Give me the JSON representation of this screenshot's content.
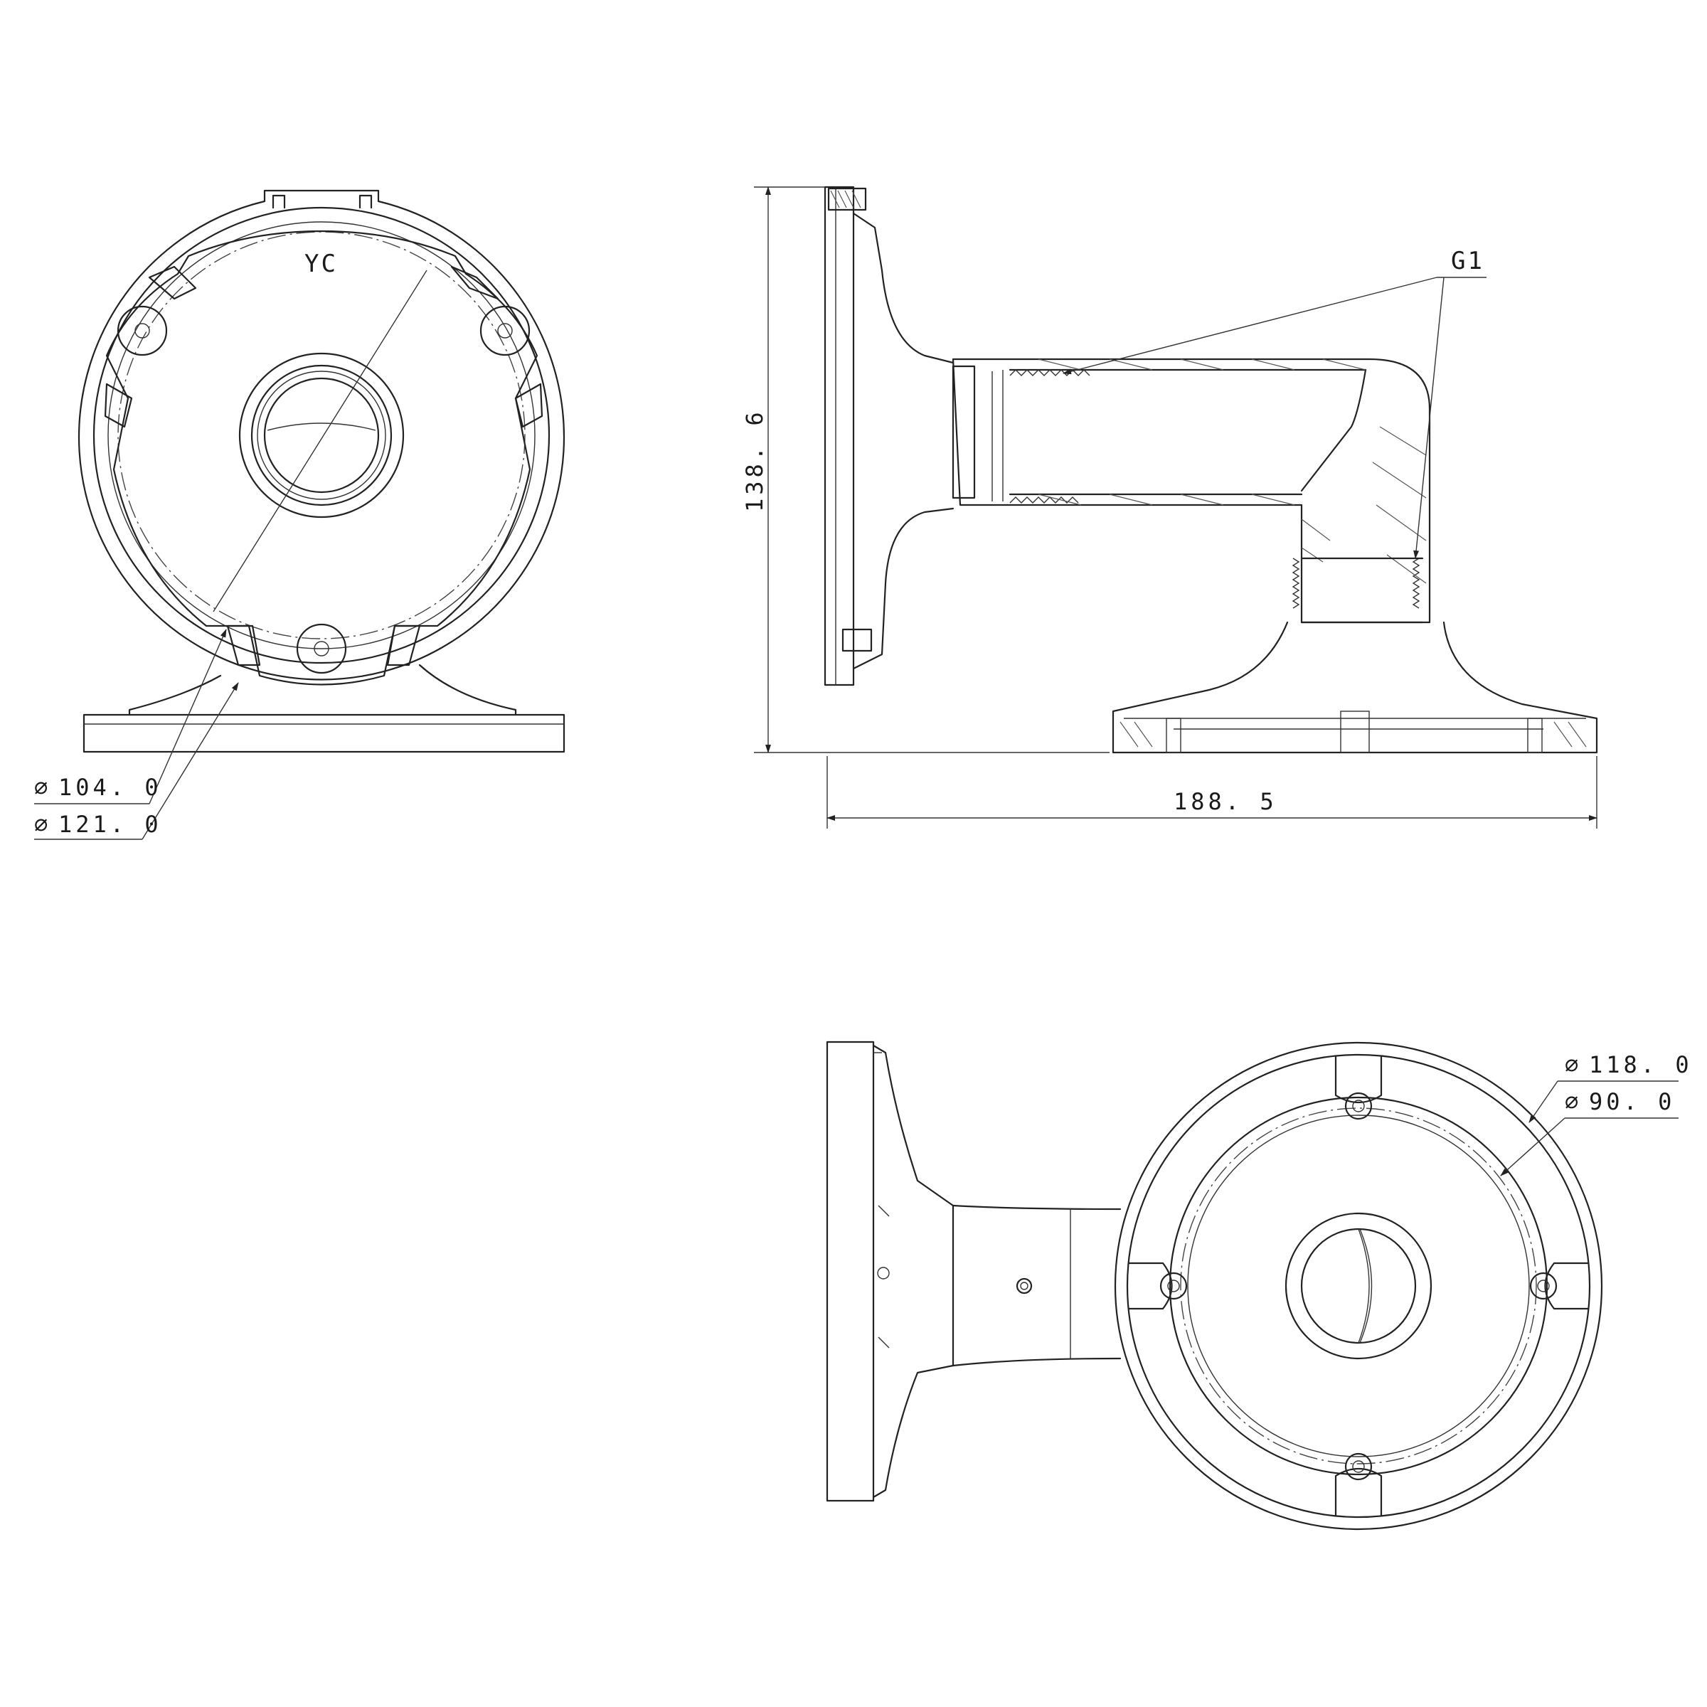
{
  "front_view": {
    "marking": "YC",
    "dim_inner": "104. 0",
    "dim_outer": "121. 0"
  },
  "side_view": {
    "height_dim": "138. 6",
    "width_dim": "188. 5",
    "thread_callout": "G1"
  },
  "bottom_view": {
    "dim_outer": "118. 0",
    "dim_bolt_circle": "90. 0"
  },
  "symbols": {
    "diameter": "∅"
  }
}
